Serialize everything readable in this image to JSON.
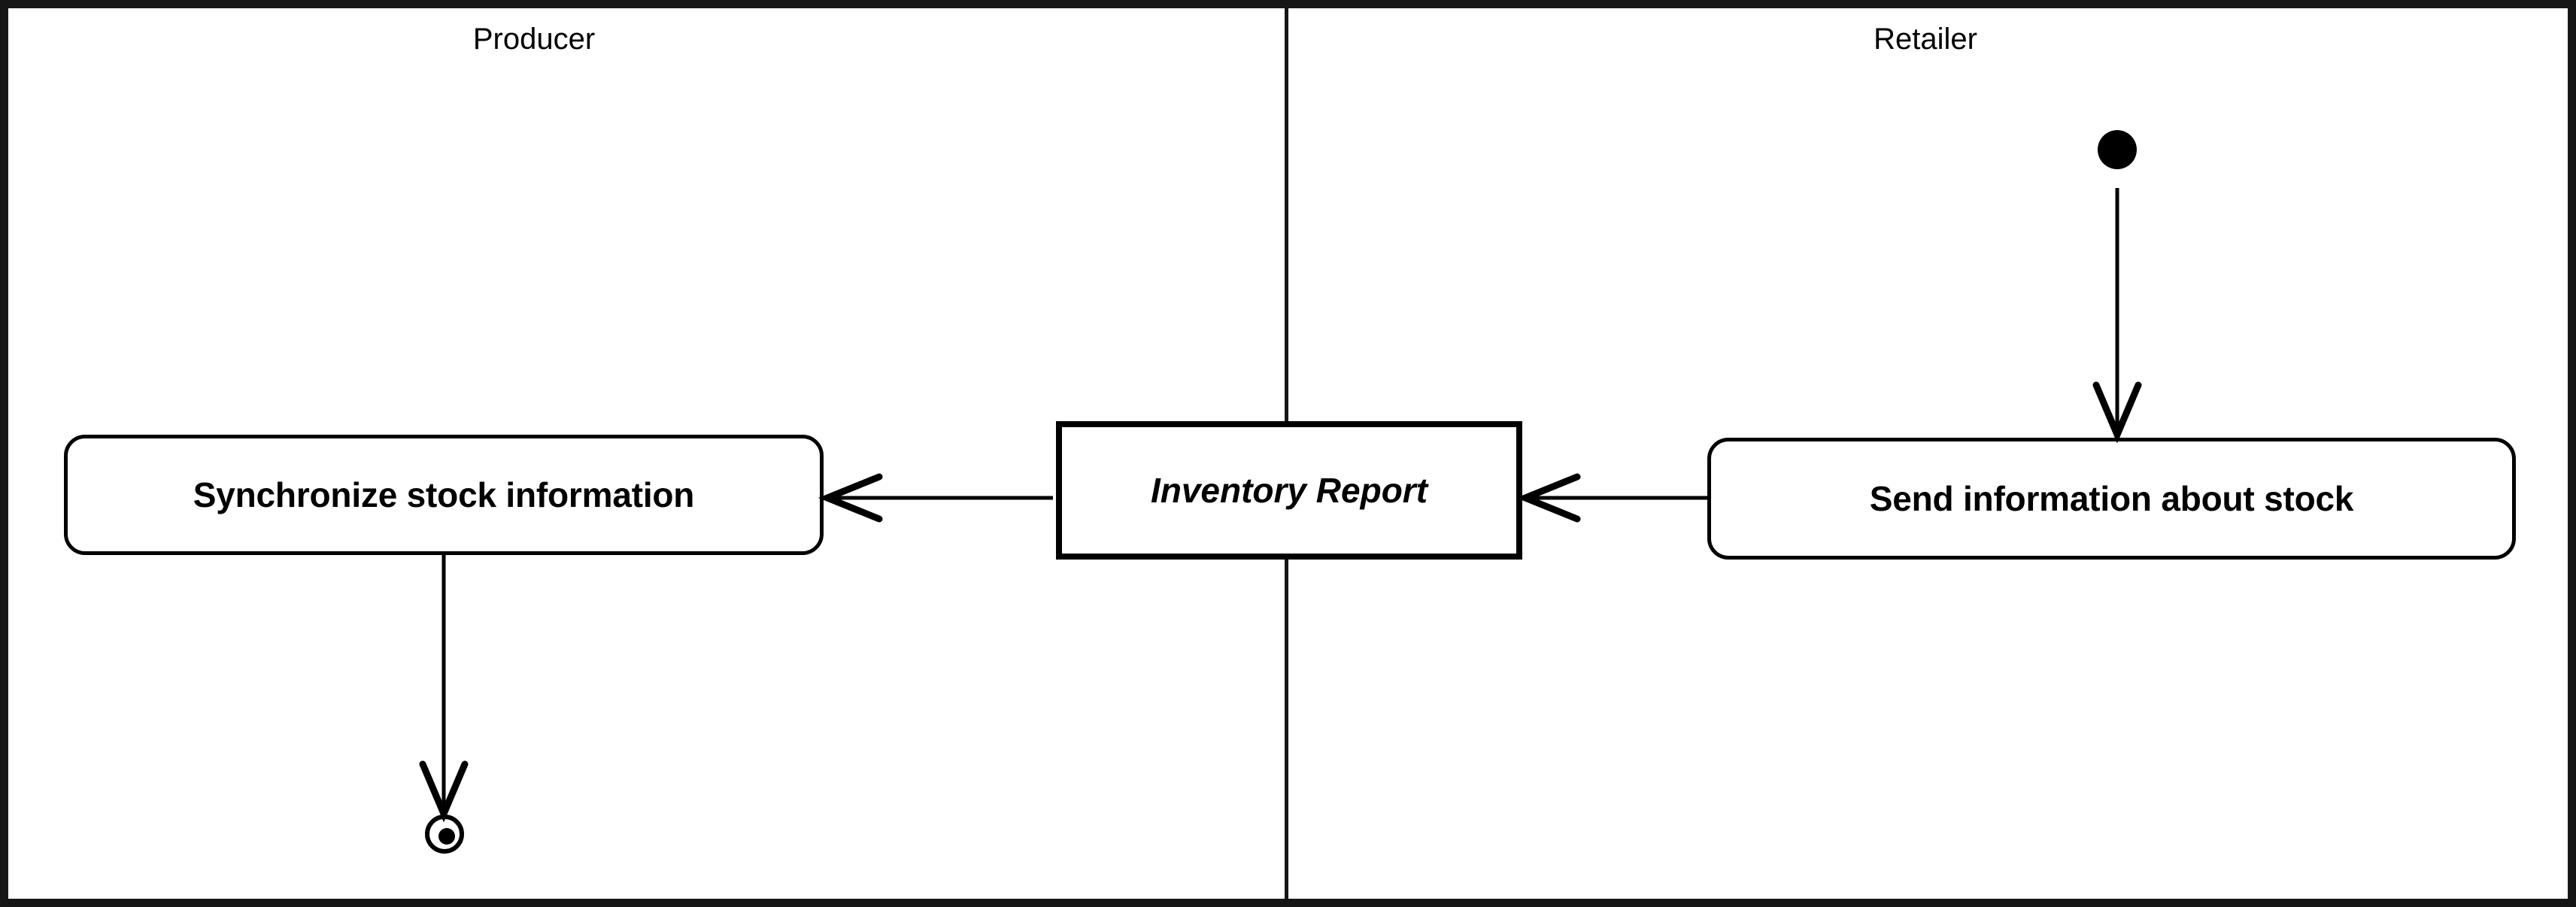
{
  "diagram": {
    "type": "uml-activity-diagram",
    "title": "",
    "frame_color": "#161616",
    "stroke_color": "#000000",
    "background_color": "#ffffff",
    "swimlanes": [
      {
        "id": "producer",
        "label": "Producer"
      },
      {
        "id": "retailer",
        "label": "Retailer"
      }
    ],
    "nodes": [
      {
        "id": "initial",
        "kind": "initial-node",
        "label": "",
        "lane": "retailer"
      },
      {
        "id": "send-info",
        "kind": "action",
        "label": "Send information about stock",
        "lane": "retailer"
      },
      {
        "id": "inventory-report",
        "kind": "object-node",
        "label": "Inventory Report",
        "lane": "boundary"
      },
      {
        "id": "sync-stock",
        "kind": "action",
        "label": "Synchronize stock information",
        "lane": "producer"
      },
      {
        "id": "final",
        "kind": "activity-final-node",
        "label": "",
        "lane": "producer"
      }
    ],
    "edges": [
      {
        "id": "e1",
        "from": "initial",
        "to": "send-info",
        "label": "",
        "arrow": "open"
      },
      {
        "id": "e2",
        "from": "send-info",
        "to": "inventory-report",
        "label": "",
        "arrow": "open"
      },
      {
        "id": "e3",
        "from": "inventory-report",
        "to": "sync-stock",
        "label": "",
        "arrow": "open"
      },
      {
        "id": "e4",
        "from": "sync-stock",
        "to": "final",
        "label": "",
        "arrow": "open"
      }
    ]
  }
}
